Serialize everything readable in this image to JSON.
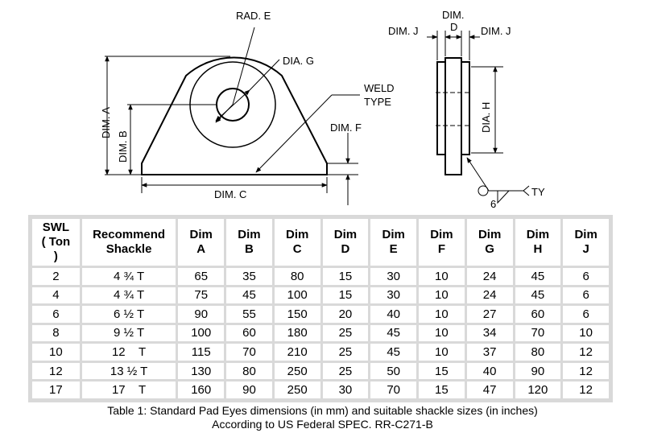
{
  "drawing": {
    "labels": {
      "rad_e": "RAD. E",
      "dia_g": "DIA. G",
      "weld_type_1": "WELD",
      "weld_type_2": "TYPE",
      "dim_a": "DIM. A",
      "dim_b": "DIM. B",
      "dim_c": "DIM. C",
      "dim_f": "DIM. F",
      "dim_top": "DIM.",
      "dim_d": "D",
      "dim_j_left": "DIM. J",
      "dim_j_right": "DIM. J",
      "dia_h": "DIA. H",
      "ty": "TY",
      "weld_size": "6"
    }
  },
  "table": {
    "headers": [
      [
        "SWL",
        "( Ton",
        ")"
      ],
      [
        "Recommend",
        "Shackle"
      ],
      [
        "Dim",
        "A"
      ],
      [
        "Dim",
        "B"
      ],
      [
        "Dim",
        "C"
      ],
      [
        "Dim",
        "D"
      ],
      [
        "Dim",
        "E"
      ],
      [
        "Dim",
        "F"
      ],
      [
        "Dim",
        "G"
      ],
      [
        "Dim",
        "H"
      ],
      [
        "Dim",
        "J"
      ]
    ],
    "rows": [
      [
        "2",
        "4 ¾ T",
        "65",
        "35",
        "80",
        "15",
        "30",
        "10",
        "24",
        "45",
        "6"
      ],
      [
        "4",
        "4 ¾ T",
        "75",
        "45",
        "100",
        "15",
        "30",
        "10",
        "24",
        "45",
        "6"
      ],
      [
        "6",
        "6 ½ T",
        "90",
        "55",
        "150",
        "20",
        "40",
        "10",
        "27",
        "60",
        "6"
      ],
      [
        "8",
        "9 ½ T",
        "100",
        "60",
        "180",
        "25",
        "45",
        "10",
        "34",
        "70",
        "10"
      ],
      [
        "10",
        "12    T",
        "115",
        "70",
        "210",
        "25",
        "45",
        "10",
        "37",
        "80",
        "12"
      ],
      [
        "12",
        "13 ½ T",
        "130",
        "80",
        "250",
        "25",
        "50",
        "15",
        "40",
        "90",
        "12"
      ],
      [
        "17",
        "17    T",
        "160",
        "90",
        "250",
        "30",
        "70",
        "15",
        "47",
        "120",
        "12"
      ]
    ]
  },
  "caption": {
    "line1": "Table 1: Standard Pad Eyes dimensions (in mm) and suitable shackle sizes (in inches)",
    "line2": "According to US Federal SPEC. RR-C271-B"
  }
}
